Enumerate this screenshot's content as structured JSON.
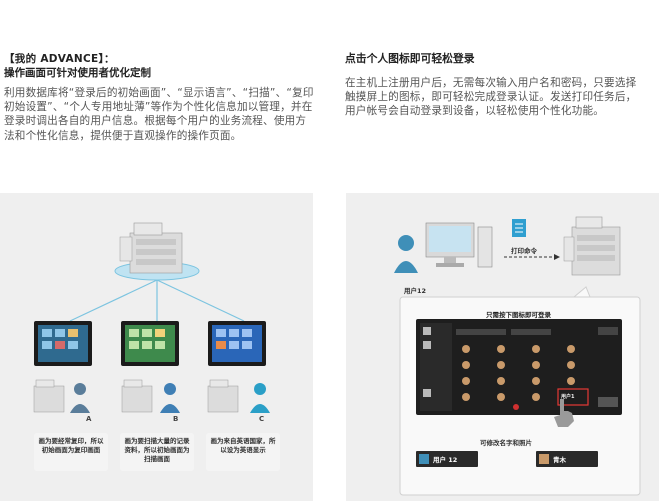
{
  "left": {
    "title_line1": "【我的 ADVANCE】：",
    "title_line2": "操作画面可针对使用者优化定制",
    "paragraph": "利用数据库将“登录后的初始画面”、“显示语言”、“扫描”、“复印初始设置”、“个人专用地址薄”等作为个性化信息加以管理，并在登录时调出各自的用户信息。根据每个用户的业务流程、使用方法和个性化信息，提供便于直观操作的操作页面。",
    "users": [
      {
        "letter": "A",
        "caption": "画为要经常复印，所以初始画面为复印画面",
        "color": "#5a7d9a"
      },
      {
        "letter": "B",
        "caption": "画为要扫描大量的记录资料，所以初始画面为扫描画面",
        "color": "#3f7fb5"
      },
      {
        "letter": "C",
        "caption": "画为来自英语国家，所以设为英语显示",
        "color": "#2a9fc7"
      }
    ]
  },
  "right": {
    "title": "点击个人图标即可轻松登录",
    "paragraph": "在主机上注册用户后，无需每次输入用户名和密码，只要选择触摸屏上的图标，即可轻松完成登录认证。发送打印任务后，用户帐号会自动登录到设备，以轻松使用个性化功能。",
    "user_label": "用户12",
    "print_label": "打印命令",
    "screen_title": "只需按下图标即可登录",
    "screen_highlight": "用户1",
    "bottom_caption": "可修改名字和照片",
    "chip_left": "用户 12",
    "chip_right": "青木"
  }
}
